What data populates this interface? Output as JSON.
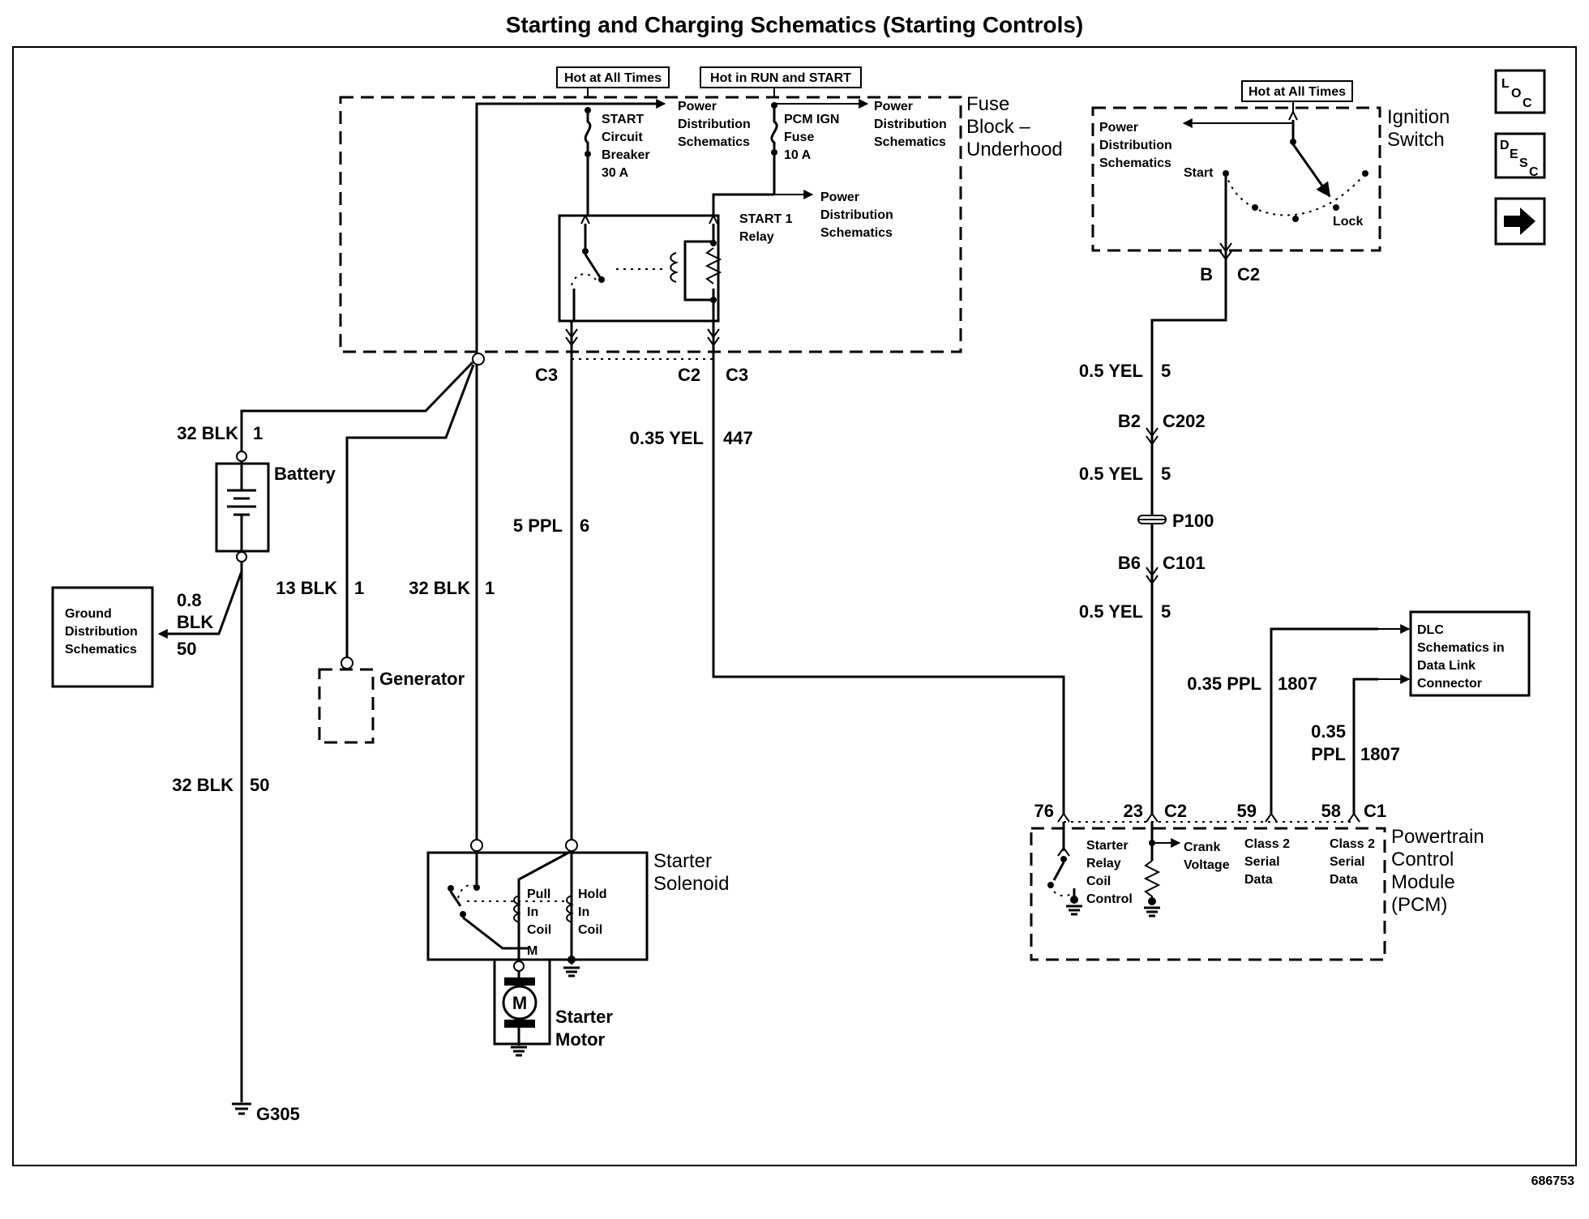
{
  "title": "Starting and Charging Schematics (Starting Controls)",
  "footer_id": "686753",
  "nav_buttons": {
    "loc": "LOC",
    "desc": "DESC",
    "next": "→"
  },
  "fuse_block": {
    "name_lines": [
      "Fuse",
      "Block –",
      "Underhood"
    ],
    "hot_all_times": "Hot at All Times",
    "hot_run_start": "Hot in RUN and START",
    "breaker_lines": [
      "START",
      "Circuit",
      "Breaker",
      "30 A"
    ],
    "fuse_lines": [
      "PCM IGN",
      "Fuse",
      "10 A"
    ],
    "pds_lines": [
      "Power",
      "Distribution",
      "Schematics"
    ],
    "relay_lines": [
      "START 1",
      "Relay"
    ],
    "conn_c3_left": "C3",
    "conn_c2": "C2",
    "conn_c3_right": "C3"
  },
  "ignition_switch": {
    "name_lines": [
      "Ignition",
      "Switch"
    ],
    "hot_all_times": "Hot at All Times",
    "pds_lines": [
      "Power",
      "Distribution",
      "Schematics"
    ],
    "start": "Start",
    "lock": "Lock",
    "pin": "B",
    "conn": "C2"
  },
  "battery": {
    "name": "Battery"
  },
  "generator": {
    "name": "Generator"
  },
  "ground_dist": {
    "lines": [
      "Ground",
      "Distribution",
      "Schematics"
    ]
  },
  "starter_solenoid": {
    "name_lines": [
      "Starter",
      "Solenoid"
    ],
    "pull_lines": [
      "Pull",
      "In",
      "Coil"
    ],
    "hold_lines": [
      "Hold",
      "In",
      "Coil"
    ],
    "m_label": "M"
  },
  "starter_motor": {
    "name_lines": [
      "Starter",
      "Motor"
    ],
    "symbol": "M"
  },
  "ground_g305": "G305",
  "wires": {
    "bat_pos": {
      "gauge": "32 BLK",
      "circuit": "1"
    },
    "bat_gnd": {
      "gauge_lines": [
        "0.8",
        "BLK"
      ],
      "circuit": "50"
    },
    "g305": {
      "gauge": "32 BLK",
      "circuit": "50"
    },
    "gen": {
      "gauge": "13 BLK",
      "circuit": "1"
    },
    "starter_feed": {
      "gauge": "32 BLK",
      "circuit": "1"
    },
    "solenoid_ppl": {
      "gauge": "5 PPL",
      "circuit": "6"
    },
    "relay_coil": {
      "gauge": "0.35 YEL",
      "circuit": "447"
    },
    "ign_1": {
      "gauge": "0.5 YEL",
      "circuit": "5"
    },
    "ign_2": {
      "gauge": "0.5 YEL",
      "circuit": "5"
    },
    "ign_3": {
      "gauge": "0.5 YEL",
      "circuit": "5"
    },
    "class2_a": {
      "gauge": "0.35 PPL",
      "circuit": "1807"
    },
    "class2_b": {
      "gauge_lines": [
        "0.35",
        "PPL"
      ],
      "circuit": "1807"
    }
  },
  "connectors": {
    "c202": {
      "pin": "B2",
      "name": "C202"
    },
    "p100": "P100",
    "c101": {
      "pin": "B6",
      "name": "C101"
    }
  },
  "dlc": {
    "lines": [
      "DLC",
      "Schematics in",
      "Data Link",
      "Connector"
    ]
  },
  "pcm": {
    "name_lines": [
      "Powertrain",
      "Control",
      "Module",
      "(PCM)"
    ],
    "pins": {
      "p76": "76",
      "p23": "23",
      "c2": "C2",
      "p59": "59",
      "p58": "58",
      "c1": "C1"
    },
    "starter_relay_lines": [
      "Starter",
      "Relay",
      "Coil",
      "Control"
    ],
    "crank_lines": [
      "Crank",
      "Voltage"
    ],
    "class2_lines": [
      "Class 2",
      "Serial",
      "Data"
    ]
  }
}
